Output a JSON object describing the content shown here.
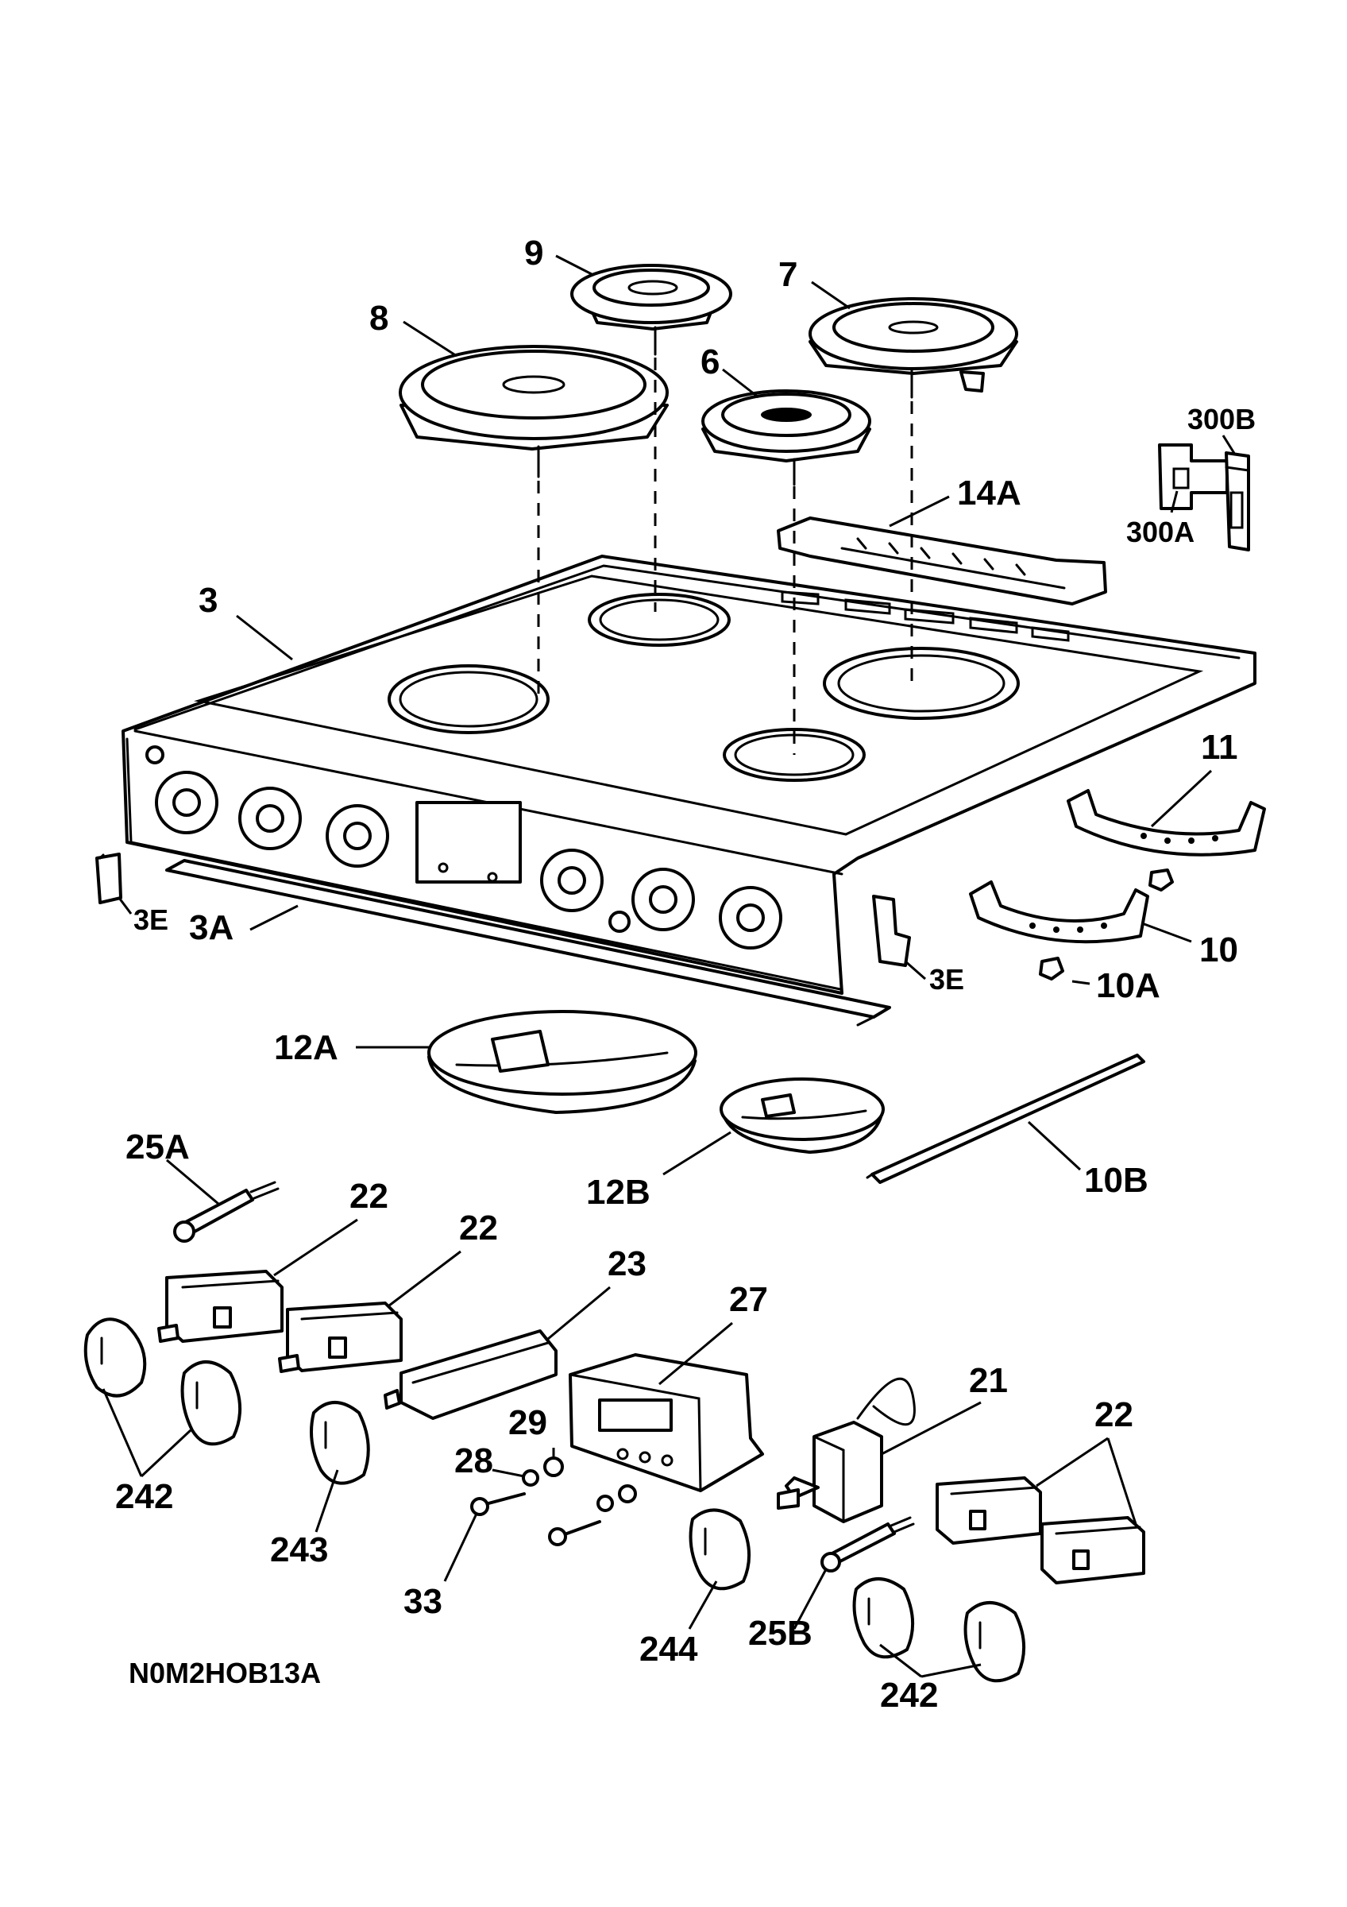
{
  "drawing_code": "N0M2HOB13A",
  "labels": {
    "p9": "9",
    "p7": "7",
    "p8": "8",
    "p6": "6",
    "p300b": "300B",
    "p14a": "14A",
    "p300a": "300A",
    "p3": "3",
    "p11": "11",
    "p3e_left": "3E",
    "p3a": "3A",
    "p10": "10",
    "p3e_right": "3E",
    "p10a": "10A",
    "p12a": "12A",
    "p25a": "25A",
    "p12b": "12B",
    "p10b": "10B",
    "p22_a": "22",
    "p22_b": "22",
    "p23": "23",
    "p27": "27",
    "p21": "21",
    "p22_c": "22",
    "p29": "29",
    "p28": "28",
    "p242_left": "242",
    "p243": "243",
    "p33": "33",
    "p244": "244",
    "p25b": "25B",
    "p242_right": "242"
  },
  "colors": {
    "line": "#000000",
    "background": "#ffffff"
  }
}
